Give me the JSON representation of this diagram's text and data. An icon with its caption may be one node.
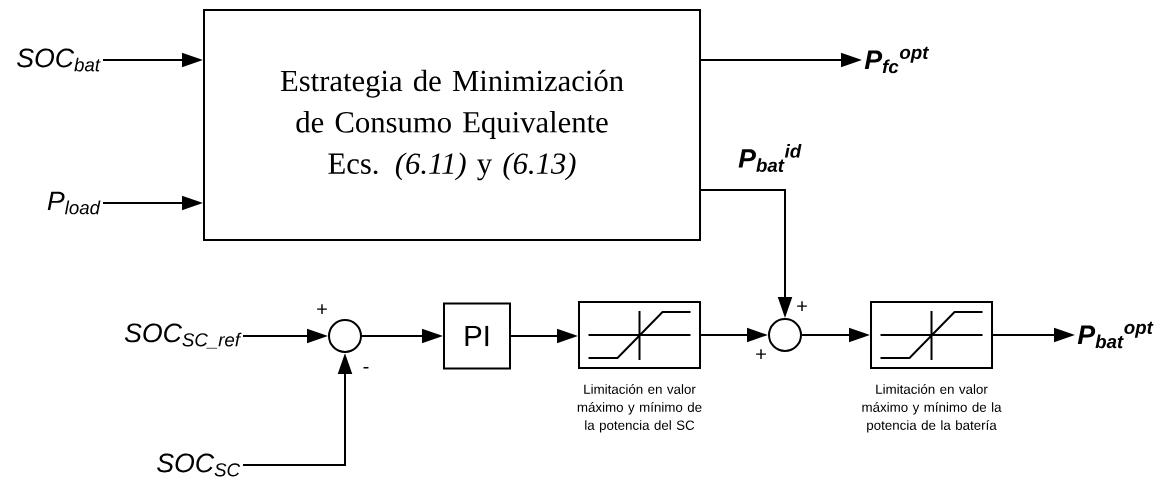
{
  "diagram": {
    "nodes": [
      {
        "text": [
          "SOC$_{bat}$"
        ]
      },
      {
        "text": [
          "P$_{load}$"
        ]
      },
      {
        "text": [
          "Estrategia de Minimización de Consumo Equivalente",
          "Ecs. *(6.11)* y *(6.13)*"
        ]
      },
      {
        "text": [
          "P$_{fc}$$^{opt}$"
        ]
      },
      {
        "text": [
          "SOC$_{SC_ref}$"
        ]
      },
      {
        "text": [
          "SOC$_{SC}$"
        ]
      },
      {
        "text": [],
        "shape": "circle",
        "beside": [
          "+",
          "-"
        ]
      },
      {
        "text": [
          "PI"
        ]
      },
      {
        "text": [],
        "shape": "box",
        "beside": [
          "Limitación en valor máximo y mínimo de la potencia del SC"
        ]
      },
      {
        "text": [],
        "shape": "circle",
        "beside": [
          "+",
          "+"
        ]
      },
      {
        "text": [],
        "shape": "box",
        "beside": [
          "Limitación en valor máximo y mínimo de la potencia de la batería"
        ]
      },
      {
        "text": [
          "P$_{bat}$$^{opt}$"
        ]
      }
    ],
    "edges": [
      {
        "from": 0,
        "to": 2,
        "arrow": "to"
      },
      {
        "from": 1,
        "to": 2,
        "arrow": "to"
      },
      {
        "from": 2,
        "to": 3,
        "arrow": "to"
      },
      {
        "from": 2,
        "to": 9,
        "arrow": "to",
        "label": "P$_{bat}$$^{id}$"
      },
      {
        "from": 4,
        "to": 6,
        "arrow": "to"
      },
      {
        "from": 5,
        "to": 6,
        "arrow": "to"
      },
      {
        "from": 6,
        "to": 7,
        "arrow": "to"
      },
      {
        "from": 7,
        "to": 8,
        "arrow": "to"
      },
      {
        "from": 8,
        "to": 9,
        "arrow": "to"
      },
      {
        "from": 9,
        "to": 10,
        "arrow": "to"
      },
      {
        "from": 10,
        "to": 11,
        "arrow": "to"
      }
    ]
  }
}
